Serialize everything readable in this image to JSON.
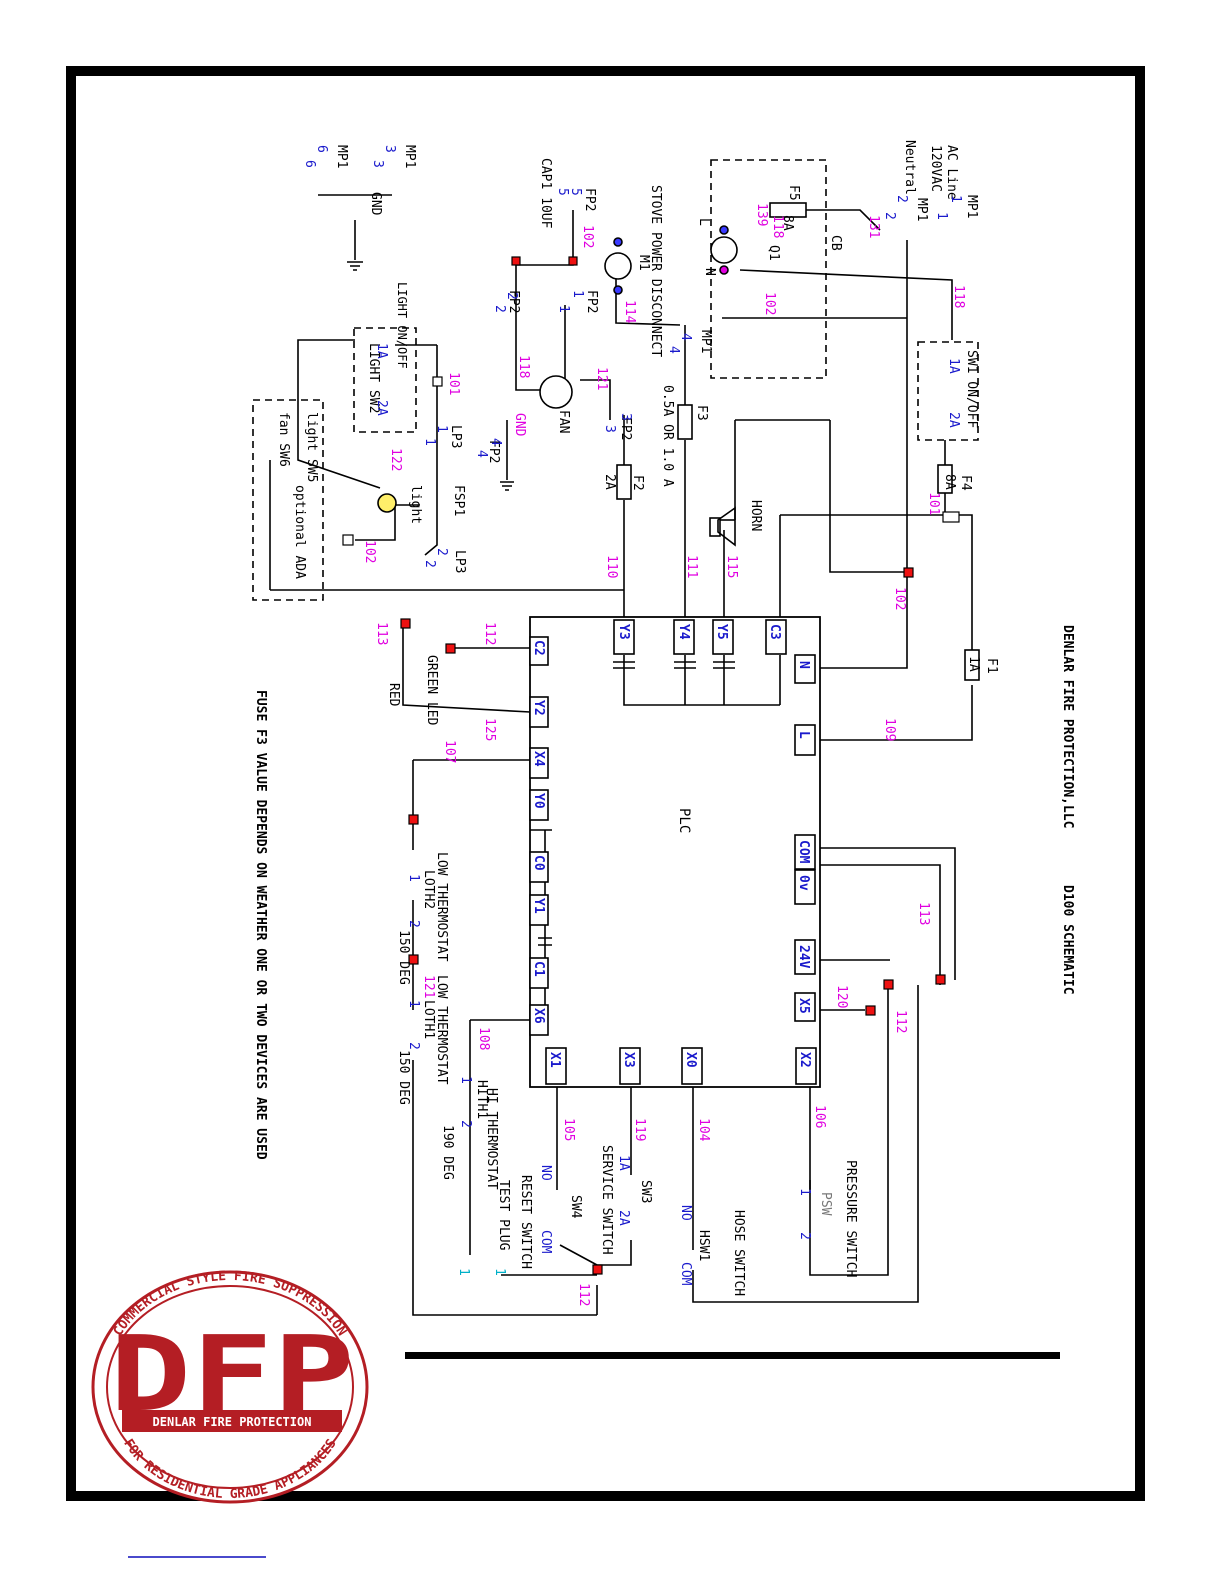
{
  "title": {
    "company": "DENLAR FIRE PROTECTION,LLC",
    "doc": "D100 SCHEMATIC"
  },
  "note": "FUSE F3 VALUE DEPENDS ON WEATHER ONE OR TWO DEVICES ARE USED",
  "logo": {
    "top_arc": "COMMERCIAL STYLE FIRE SUPPRESSION",
    "big": "DFP",
    "banner": "DENLAR FIRE PROTECTION",
    "bottom_arc": "FOR RESIDENTIAL GRADE APPLIANCES"
  },
  "colors": {
    "wire": "#000000",
    "wire_number": "#e000e0",
    "pin": "#1a1acc",
    "cyan": "#00b0c8",
    "logo_red": "#b41e24",
    "link": "#4a4acc"
  },
  "plc": {
    "label": "PLC",
    "top_terminals": [
      "C2",
      "Y2",
      "X4",
      "Y0",
      "C0",
      "Y1",
      "C1",
      "X6"
    ],
    "top_terminals2": [
      "Y3",
      "Y4",
      "Y5",
      "C3"
    ],
    "bottom_terminals": [
      "X1",
      "X3",
      "X0",
      "X2"
    ],
    "right_terminals": [
      "N",
      "L",
      "COM",
      "0v",
      "24V",
      "X5"
    ]
  },
  "labels": {
    "ac_line": "AC Line",
    "volt": "120VAC",
    "neutral": "Neutral",
    "mp1": "MP1",
    "cb": "CB",
    "f5": "F5",
    "f5_rating": "8A",
    "q1": "Q1",
    "l": "L",
    "n": "N",
    "sw1": "SW1 ON/OFF",
    "f4": "F4",
    "f4_rating": "8A",
    "f1": "F1",
    "f1_rating": "1A",
    "stove": "STOVE POWER DISCONNECT",
    "m1": "M1",
    "mp1_bot": "MP1",
    "f3": "F3",
    "f3_rating": "0.5A OR 1.0 A",
    "horn": "HORN",
    "cap1": "CAP1 10UF",
    "fp2": "FP2",
    "fan": "FAN",
    "gnd": "GND",
    "f2": "F2",
    "f2_rating": "2A",
    "gnd_label": "GND",
    "light_onoff": "LIGHT ON/OFF",
    "light_sw2": "LIGHT SW2",
    "lp3": "LP3",
    "fsp1": "FSP1",
    "light": "light",
    "light_sw5": "light SW5",
    "fan_sw6": "fan SW6",
    "optional_ada": "optional ADA",
    "green_led": "GREEN LED",
    "red": "RED",
    "low_thermo": "LOW THERMOSTAT",
    "loth2": "LOTH2",
    "loth1": "LOTH1",
    "deg150": "150 DEG",
    "hi_thermo": "HI THERMOSTAT",
    "hith1": "HITH1",
    "deg190": "190 DEG",
    "test_plug": "TEST PLUG",
    "reset_switch": "RESET SWITCH",
    "sw4": "SW4",
    "service_switch": "SERVICE SWITCH",
    "sw3": "SW3",
    "hose_switch": "HOSE SWITCH",
    "hsw1": "HSW1",
    "pressure_switch": "PRESSURE SWITCH",
    "psw": "PSW",
    "no": "NO",
    "com": "COM",
    "pin_1": "1",
    "pin_2": "2",
    "pin_1a": "1A",
    "pin_2a": "2A",
    "pin_3": "3",
    "pin_4": "4",
    "pin_5": "5",
    "pin_6": "6"
  },
  "wires": [
    "131",
    "118",
    "102",
    "101",
    "114",
    "111",
    "115",
    "110",
    "121",
    "122",
    "112",
    "113",
    "125",
    "107",
    "108",
    "109",
    "120",
    "105",
    "119",
    "104",
    "106"
  ]
}
